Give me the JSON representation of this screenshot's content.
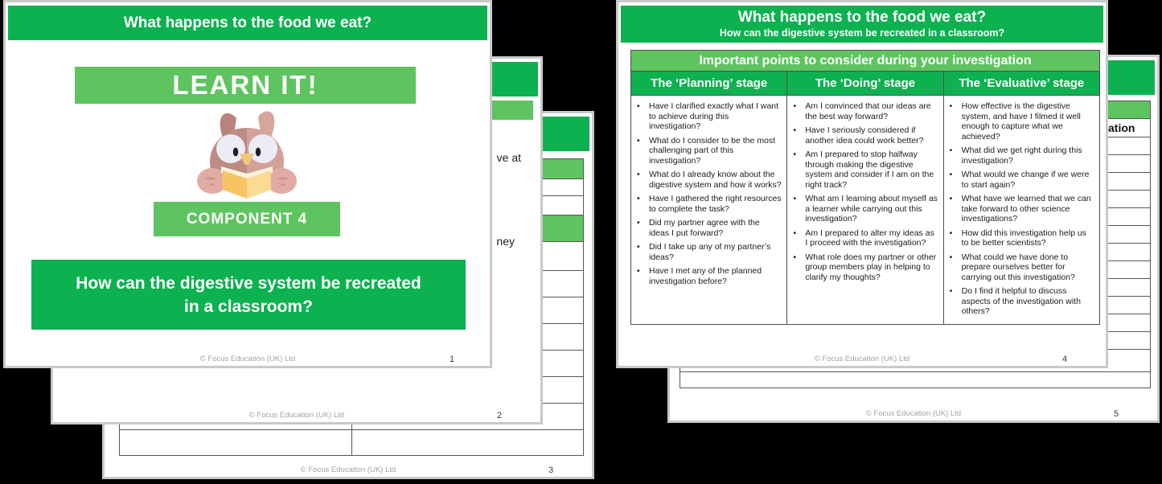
{
  "canvas_bg": "#000000",
  "colors": {
    "dark_green": "#0db150",
    "light_green": "#5ec45f",
    "slide_border": "#c9c9c9",
    "table_border": "#4d4d4d",
    "footer_gray": "#a3a3a3",
    "page_num": "#3a3a3a"
  },
  "footer": {
    "copyright": "© Focus Education (UK) Ltd"
  },
  "slide1": {
    "page_number": "1",
    "header": "What happens to the food we eat?",
    "learn_it": "LEARN IT!",
    "owl_icon": "owl-reading-book-illustration",
    "component": "COMPONENT 4",
    "question_line1": "How can the digestive system be recreated",
    "question_line2": "in a classroom?"
  },
  "slide2": {
    "page_number": "2",
    "text_fragment_1": "ve at",
    "text_fragment_2": "ney"
  },
  "slide3": {
    "page_number": "3"
  },
  "slide4": {
    "page_number": "4",
    "header_title": "What happens to the food we eat?",
    "header_subtitle": "How can the digestive system be recreated in a classroom?",
    "table": {
      "title": "Important points to consider during your investigation",
      "columns": [
        {
          "header": "The ‘Planning’ stage",
          "items": [
            "Have I clarified exactly what I want to achieve during this investigation?",
            "What do I consider to be the most challenging part of this investigation?",
            "What do I already know about the digestive system and how it works?",
            "Have I gathered the right resources to complete the task?",
            "Did my partner agree with the ideas I put forward?",
            "Did I take up any of my partner’s ideas?",
            "Have I met any of the planned investigation before?"
          ]
        },
        {
          "header": "The ‘Doing’ stage",
          "items": [
            "Am I convinced that our ideas are the best way forward?",
            "Have I seriously considered if another idea could work better?",
            "Am I prepared to stop halfway through making the digestive system and consider if I am on the right track?",
            "What am I learning about myself as a learner while carrying out this investigation?",
            "Am I prepared to alter my ideas as I proceed with the investigation?",
            "What role does my partner or other group members play in helping to clarify my thoughts?"
          ]
        },
        {
          "header": "The ‘Evaluative’ stage",
          "items": [
            "How effective is the digestive system, and have I filmed it well enough to capture what we achieved?",
            "What did we get right during this investigation?",
            "What would we change if we were to start again?",
            "What have we learned that we can take forward to other science investigations?",
            "How did this investigation help us to be better scientists?",
            "What could we have done to prepare ourselves better for carrying out this investigation?",
            "Do I find it helpful to discuss aspects of the investigation with others?"
          ]
        }
      ]
    }
  },
  "slide5": {
    "page_number": "5",
    "text_fragment": "ation"
  }
}
